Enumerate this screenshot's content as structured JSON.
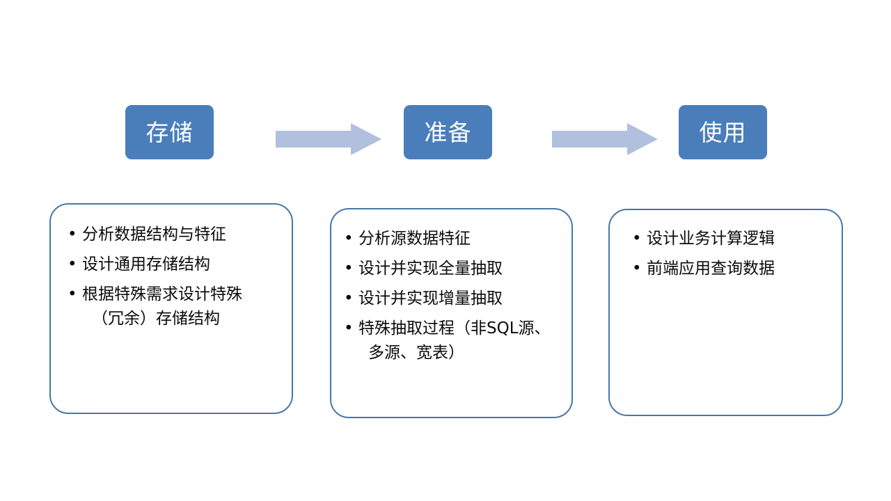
{
  "slide": {
    "background_color": "#ffffff",
    "title": "",
    "type": "process-flow-diagram"
  },
  "theme": {
    "chip_fill": "#4A7EBB",
    "chip_text_color": "#FFFFFF",
    "arrow_fill": "#B0C0DE",
    "panel_border_color": "#4478A8",
    "panel_fill": "#FFFFFF",
    "body_text_color": "#0A0A0A"
  },
  "stages": [
    {
      "id": "store",
      "label": "存储"
    },
    {
      "id": "prepare",
      "label": "准备"
    },
    {
      "id": "use",
      "label": "使用"
    }
  ],
  "arrows": [
    {
      "id": "arrow-store-to-prepare",
      "direction": "right"
    },
    {
      "id": "arrow-prepare-to-use",
      "direction": "right"
    }
  ],
  "panels": [
    {
      "id": "panel-store",
      "bullet": "•",
      "items": [
        {
          "line1": "分析数据结构与特征",
          "line2": ""
        },
        {
          "line1": "设计通用存储结构",
          "line2": ""
        },
        {
          "line1": "根据特殊需求设计特殊",
          "line2": "（冗余）存储结构"
        }
      ]
    },
    {
      "id": "panel-prepare",
      "bullet": "•",
      "items": [
        {
          "line1": "分析源数据特征",
          "line2": ""
        },
        {
          "line1": "设计并实现全量抽取",
          "line2": ""
        },
        {
          "line1": "设计并实现增量抽取",
          "line2": ""
        },
        {
          "line1": "特殊抽取过程（非SQL源、",
          "line2": "多源、宽表）"
        }
      ]
    },
    {
      "id": "panel-use",
      "bullet": "•",
      "items": [
        {
          "line1": "设计业务计算逻辑",
          "line2": ""
        },
        {
          "line1": "前端应用查询数据",
          "line2": ""
        }
      ]
    }
  ]
}
